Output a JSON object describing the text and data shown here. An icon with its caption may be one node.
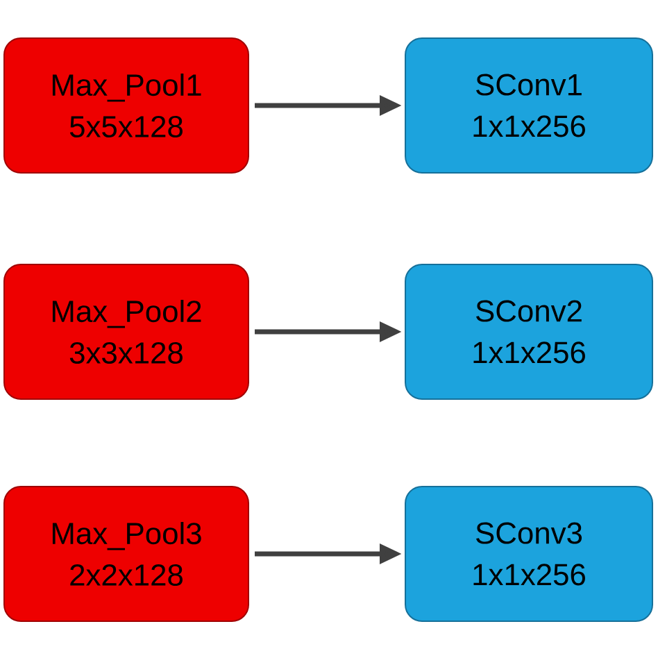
{
  "diagram": {
    "nodes": [
      {
        "text": [
          "Max_Pool1",
          "5x5x128"
        ]
      },
      {
        "text": [
          "SConv1",
          "1x1x256"
        ]
      },
      {
        "text": [
          "Max_Pool2",
          "3x3x128"
        ]
      },
      {
        "text": [
          "SConv2",
          "1x1x256"
        ]
      },
      {
        "text": [
          "Max_Pool3",
          "2x2x128"
        ]
      },
      {
        "text": [
          "SConv3",
          "1x1x256"
        ]
      }
    ],
    "edges": [
      {
        "from": 0,
        "to": 1,
        "arrow": "to"
      },
      {
        "from": 2,
        "to": 3,
        "arrow": "to"
      },
      {
        "from": 4,
        "to": 5,
        "arrow": "to"
      }
    ]
  }
}
